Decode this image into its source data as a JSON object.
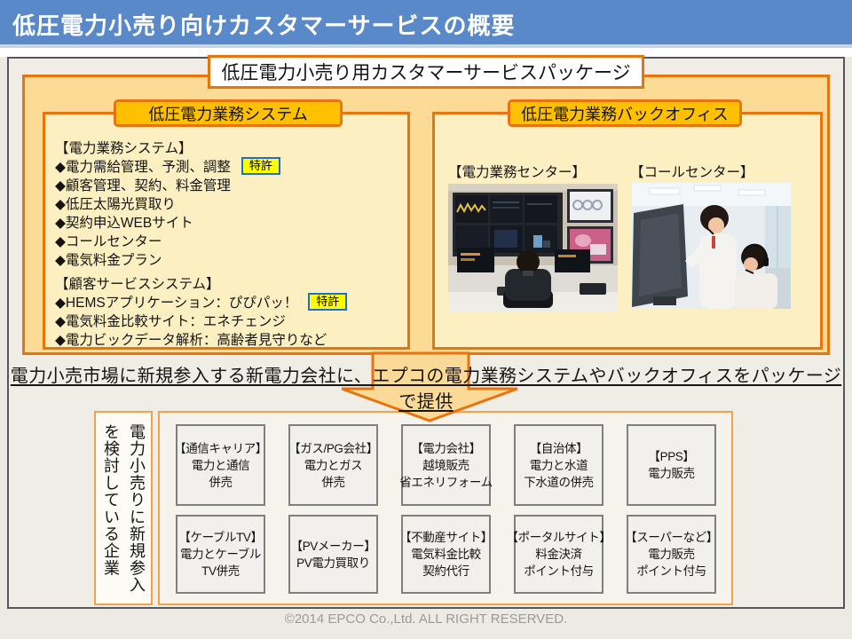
{
  "slide": {
    "header": {
      "title": "低圧電力小売り向けカスタマーサービスの概要"
    },
    "package": {
      "title": "低圧電力小売り用カスタマーサービスパッケージ",
      "system_box": {
        "title": "低圧電力業務システム",
        "sections": [
          {
            "heading": "【電力業務システム】",
            "items": [
              {
                "text": "◆電力需給管理、予測、調整",
                "badge": "特許"
              },
              {
                "text": "◆顧客管理、契約、料金管理"
              },
              {
                "text": "◆低圧太陽光買取り"
              },
              {
                "text": "◆契約申込WEBサイト"
              },
              {
                "text": "◆コールセンター"
              },
              {
                "text": "◆電気料金プラン"
              }
            ]
          },
          {
            "heading": "【顧客サービスシステム】",
            "items": [
              {
                "text": "◆HEMSアプリケーション：ぴぴパッ！",
                "badge": "特許"
              },
              {
                "text": "◆電気料金比較サイト：エネチェンジ"
              },
              {
                "text": "◆電力ビックデータ解析：高齢者見守りなど"
              }
            ]
          }
        ]
      },
      "backoffice_box": {
        "title": "低圧電力業務バックオフィス",
        "photo_labels": [
          "【電力業務センター】",
          "【コールセンター】"
        ]
      }
    },
    "message": "電力小売市場に新規参入する新電力会社に、エプコの電力業務システムやバックオフィスをパッケージで提供",
    "bottom": {
      "side_label": "電力小売りに新規参入を検討している企業",
      "companies": [
        {
          "title": "【通信キャリア】",
          "body": "電力と通信\n併売"
        },
        {
          "title": "【ガス/PG会社】",
          "body": "電力とガス\n併売"
        },
        {
          "title": "【電力会社】",
          "body": "越境販売\n省エネリフォーム"
        },
        {
          "title": "【自治体】",
          "body": "電力と水道\n下水道の併売"
        },
        {
          "title": "【PPS】",
          "body": "電力販売"
        },
        {
          "title": "【ケーブルTV】",
          "body": "電力とケーブル\nTV併売"
        },
        {
          "title": "【PVメーカー】",
          "body": "PV電力買取り"
        },
        {
          "title": "【不動産サイト】",
          "body": "電気料金比較\n契約代行"
        },
        {
          "title": "【ポータルサイト】",
          "body": "料金決済\nポイント付与"
        },
        {
          "title": "【スーパーなど】",
          "body": "電力販売\nポイント付与"
        }
      ]
    },
    "footer": "©2014 EPCO Co.,Ltd. ALL RIGHT RESERVED.",
    "colors": {
      "header_blue": "#5A89CA",
      "accent_orange": "#E8740E",
      "tab_amber": "#FFC000",
      "badge_yellow": "#FFFF00",
      "badge_border_blue": "#1F6FC8"
    }
  }
}
